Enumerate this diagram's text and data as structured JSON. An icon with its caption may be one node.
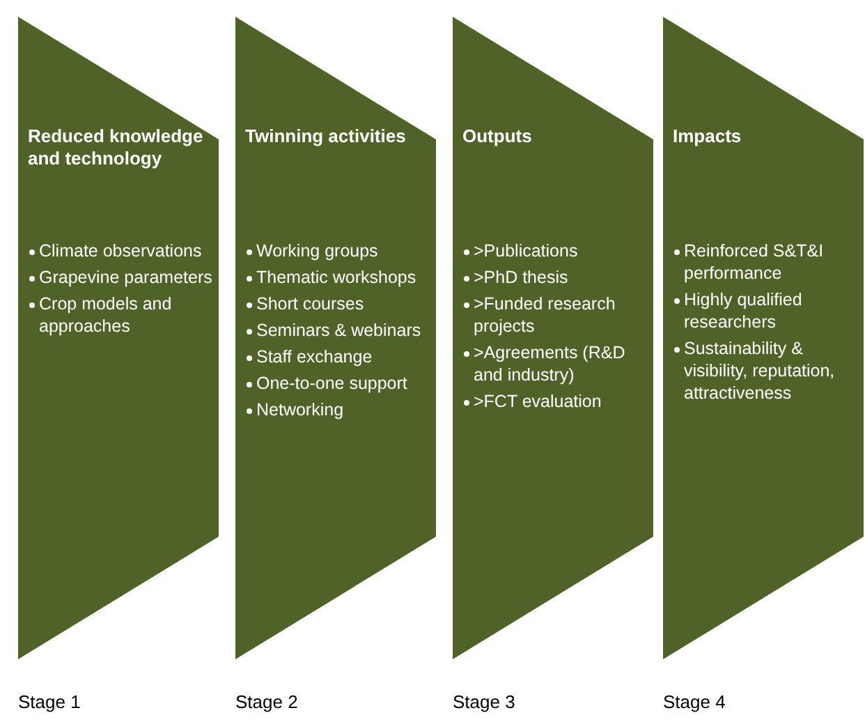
{
  "diagram": {
    "nodes": [
      {
        "text": [
          "Reduced knowledge and technology",
          "Climate observations",
          "Grapevine parameters",
          "Crop models and approaches"
        ],
        "beside": [
          "Stage 1"
        ]
      },
      {
        "text": [
          "Twinning activities",
          "Working groups",
          "Thematic workshops",
          "Short courses",
          "Seminars & webinars",
          "Staff exchange",
          "One-to-one support",
          "Networking"
        ],
        "beside": [
          "Stage 2"
        ]
      },
      {
        "text": [
          "Outputs",
          ">Publications",
          ">PhD thesis",
          ">Funded research projects",
          ">Agreements (R&D and industry)",
          ">FCT evaluation"
        ],
        "beside": [
          "Stage 3"
        ]
      },
      {
        "text": [
          "Impacts",
          "Reinforced S&T&I performance",
          "Highly qualified researchers",
          "Sustainability & visibility, reputation, attractiveness"
        ],
        "beside": [
          "Stage 4"
        ]
      }
    ],
    "edges": []
  }
}
